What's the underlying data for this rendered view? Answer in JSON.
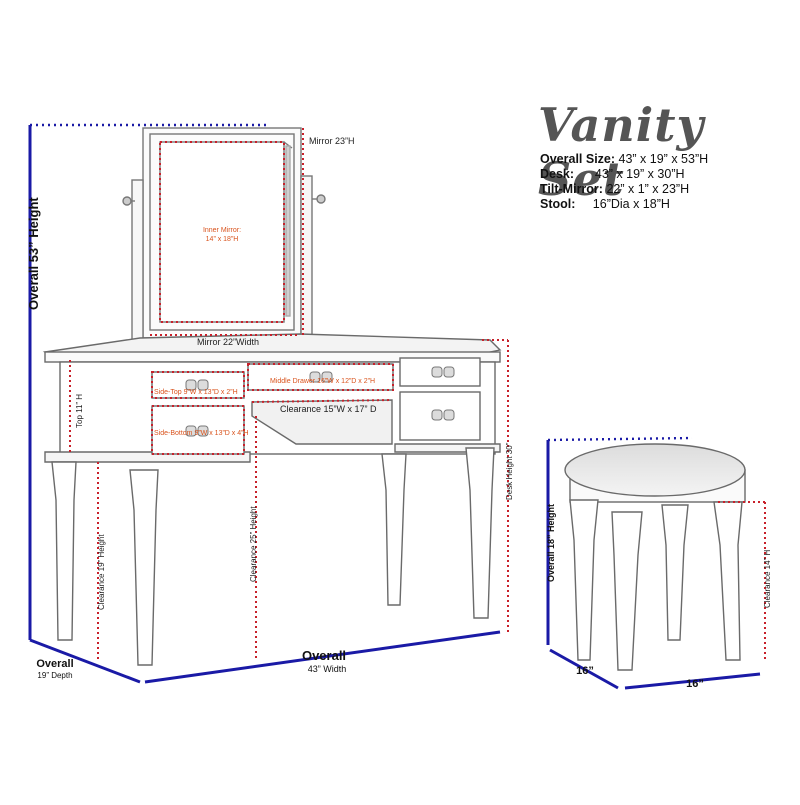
{
  "title": "Vanity Set",
  "specs": [
    {
      "label": "Overall Size:",
      "value": " 43” x 19” x 53”H"
    },
    {
      "label": "Desk:",
      "value": "      43” x 19” x 30”H"
    },
    {
      "label": "Tilt-Mirror:",
      "value": " 22” x 1” x 23”H"
    },
    {
      "label": "Stool:",
      "value": "     16”Dia x 18”H"
    }
  ],
  "labels": {
    "overall_height": "Overall  53” Height",
    "mirror_height": "Mirror 23”H",
    "inner_mirror_1": "Inner Mirror:",
    "inner_mirror_2": "14” x 18”H",
    "mirror_width": "Mirror 22”Width",
    "side_top": "Side-Top 9”W x 13”D x 2”H",
    "middle_drawer": "Middle Drawer 16”W x 12”D x 2”H",
    "side_bottom": "Side-Bottom 9”W x 13”D x 4”H",
    "clearance_15": "Clearance 15”W x 17” D",
    "top_11": "Top 11” H",
    "desk_height": "Desk Height 30”",
    "clearance_19": "Clearance 19” Height",
    "clearance_25": "Clearance 25” Height",
    "overall_width_1": "Overall",
    "overall_width_2": "43” Width",
    "overall_depth_1": "Overall",
    "overall_depth_2": "19” Depth",
    "stool_height": "Overall  18” Height",
    "stool_clearance": "Clearance 14” H",
    "stool_depth": "16”",
    "stool_width": "16”"
  },
  "colors": {
    "blue_dim": "#1a1aa6",
    "red_dim": "#c8202a",
    "orange_text": "#d9541e",
    "sketch": "#8a8a8a"
  }
}
